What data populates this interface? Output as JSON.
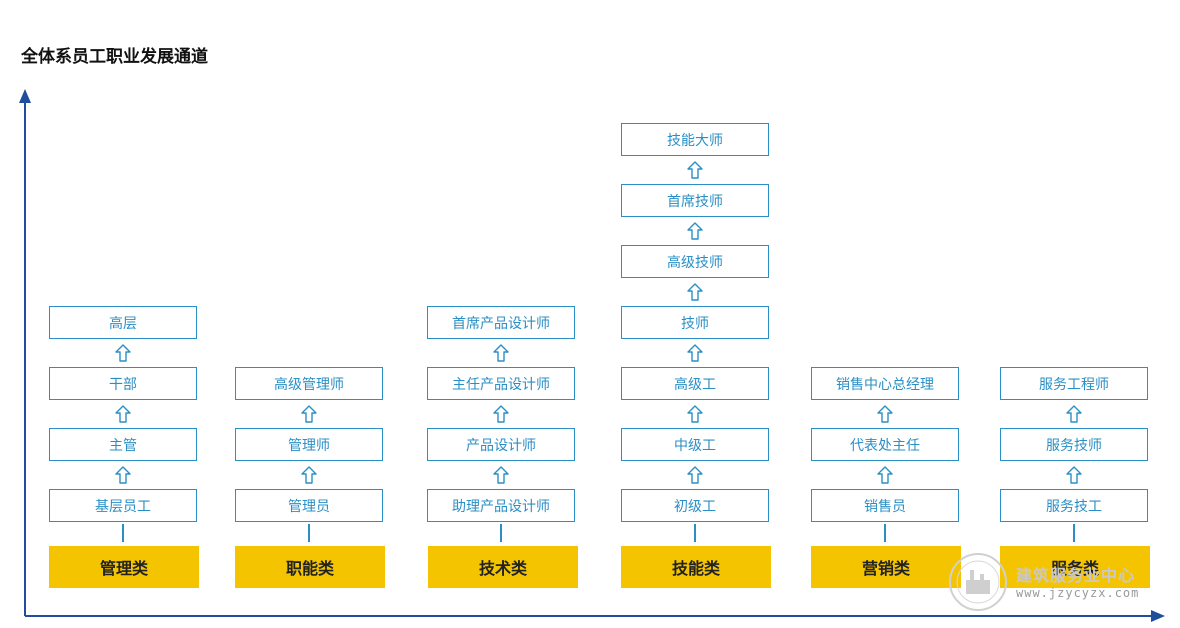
{
  "title": "全体系员工职业发展通道",
  "columns": [
    {
      "category": "管理类",
      "levels": [
        "基层员工",
        "主管",
        "干部",
        "高层"
      ]
    },
    {
      "category": "职能类",
      "levels": [
        "管理员",
        "管理师",
        "高级管理师"
      ]
    },
    {
      "category": "技术类",
      "levels": [
        "助理产品设计师",
        "产品设计师",
        "主任产品设计师",
        "首席产品设计师"
      ]
    },
    {
      "category": "技能类",
      "levels": [
        "初级工",
        "中级工",
        "高级工",
        "技师",
        "高级技师",
        "首席技师",
        "技能大师"
      ]
    },
    {
      "category": "营销类",
      "levels": [
        "销售员",
        "代表处主任",
        "销售中心总经理"
      ]
    },
    {
      "category": "服务类",
      "levels": [
        "服务技工",
        "服务技师",
        "服务工程师"
      ]
    }
  ],
  "watermark": {
    "name": "建筑服务业中心",
    "url": "www.jzycyzx.com"
  },
  "colors": {
    "accent": "#2a8fc6",
    "category_fill": "#f5c400",
    "axis": "#1f4e9a"
  }
}
